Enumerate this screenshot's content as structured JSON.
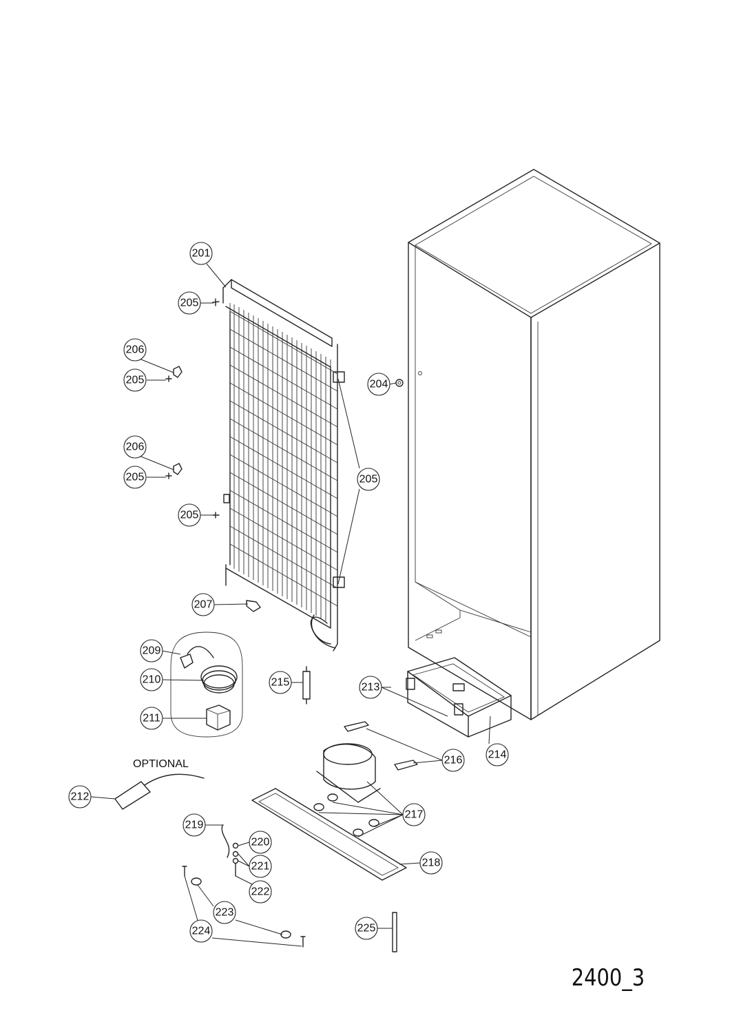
{
  "drawing_id": "2400_3",
  "optional_label": "OPTIONAL",
  "callouts": {
    "c201": "201",
    "c204": "204",
    "c205": "205",
    "c206": "206",
    "c207": "207",
    "c209": "209",
    "c210": "210",
    "c211": "211",
    "c212": "212",
    "c213": "213",
    "c214": "214",
    "c215": "215",
    "c216": "216",
    "c217": "217",
    "c218": "218",
    "c219": "219",
    "c220": "220",
    "c221": "221",
    "c222": "222",
    "c223": "223",
    "c224": "224",
    "c225": "225"
  }
}
